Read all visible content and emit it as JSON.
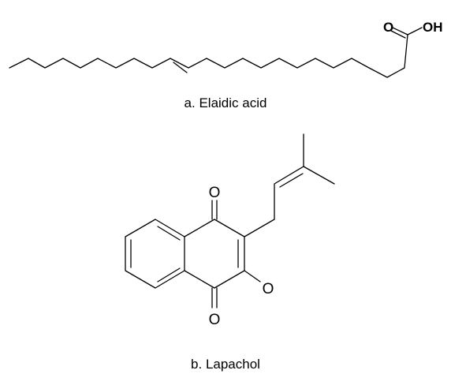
{
  "structures": [
    {
      "id": "a",
      "caption": "a. Elaidic acid",
      "atoms": {
        "carbonyl_o": "O",
        "hydroxyl": "OH"
      }
    },
    {
      "id": "b",
      "caption": "b. Lapachol",
      "atoms": {
        "top_o": "O",
        "bottom_o": "O",
        "hydroxyl_o": "O"
      }
    }
  ],
  "colors": {
    "ink": "#000000",
    "background": "#ffffff"
  }
}
